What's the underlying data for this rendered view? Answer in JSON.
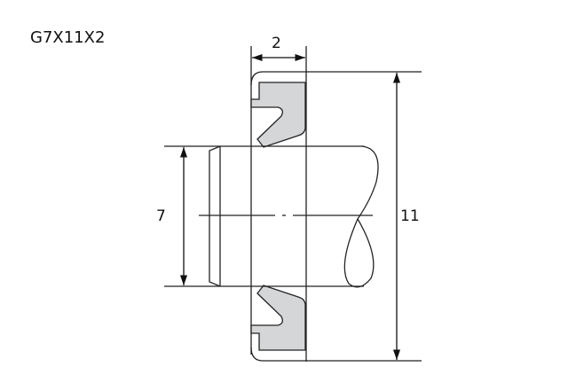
{
  "title": "G7X11X2",
  "dimensions": {
    "width": "2",
    "inner_diameter": "7",
    "outer_diameter": "11"
  },
  "colors": {
    "seal_fill": "#d4d6d8",
    "line": "#222222"
  }
}
